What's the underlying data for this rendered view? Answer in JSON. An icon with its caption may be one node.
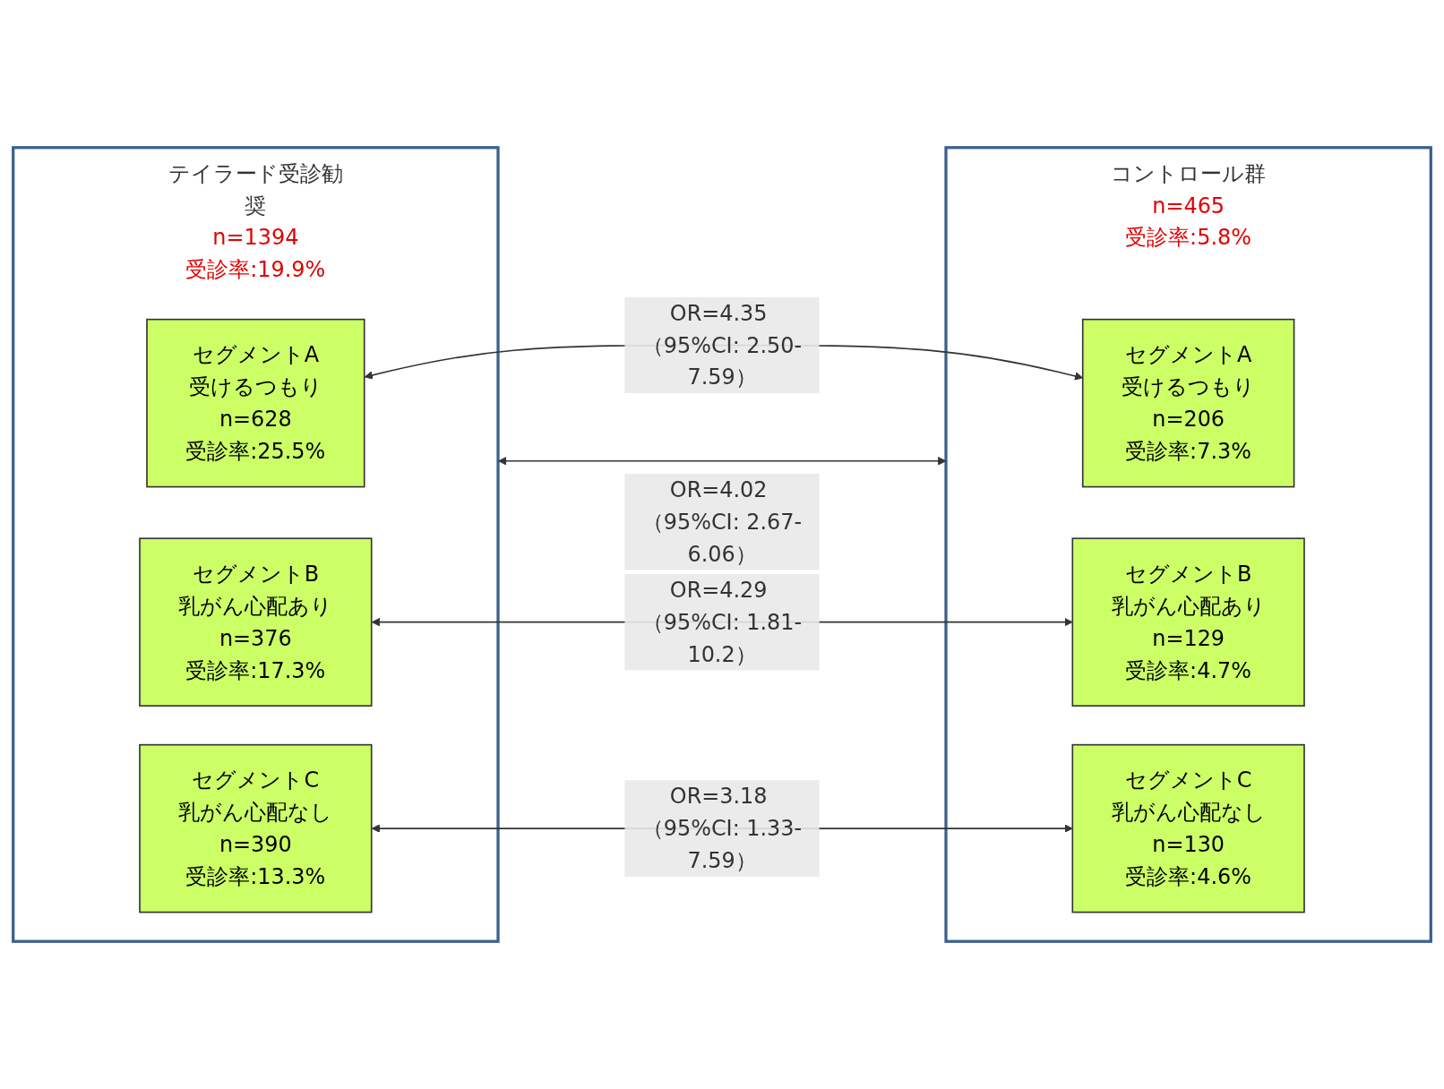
{
  "diagram": {
    "nodes": [
      {
        "text": [
          "テイラード受診勧奨",
          "n=1394",
          "受診率:19.9%"
        ]
      },
      {
        "text": [
          "セグメントA",
          "受けるつもり",
          "n=628",
          "受診率:25.5%"
        ],
        "in": 0
      },
      {
        "text": [
          "セグメントB",
          "乳がん心配あり",
          "n=376",
          "受診率:17.3%"
        ],
        "in": 0
      },
      {
        "text": [
          "セグメントC",
          "乳がん心配なし",
          "n=390",
          "受診率:13.3%"
        ],
        "in": 0
      },
      {
        "text": [
          "コントロール群",
          "n=465",
          "受診率:5.8%"
        ]
      },
      {
        "text": [
          "セグメントA",
          "受けるつもり",
          "n=206",
          "受診率:7.3%"
        ],
        "in": 4
      },
      {
        "text": [
          "セグメントB",
          "乳がん心配あり",
          "n=129",
          "受診率:4.7%"
        ],
        "in": 4
      },
      {
        "text": [
          "セグメントC",
          "乳がん心配なし",
          "n=130",
          "受診率:4.6%"
        ],
        "in": 4
      }
    ],
    "edges": [
      {
        "from": 0,
        "to": 4,
        "arrow": "both",
        "label": "OR=4.02 （95%CI: 2.67-6.06）"
      },
      {
        "from": 1,
        "to": 5,
        "arrow": "both",
        "label": "OR=4.35 （95%CI: 2.50-7.59）"
      },
      {
        "from": 2,
        "to": 6,
        "arrow": "both",
        "label": "OR=4.29 （95%CI: 1.81-10.2）"
      },
      {
        "from": 3,
        "to": 7,
        "arrow": "both",
        "label": "OR=3.18 （95%CI: 1.33-7.59）"
      }
    ]
  }
}
